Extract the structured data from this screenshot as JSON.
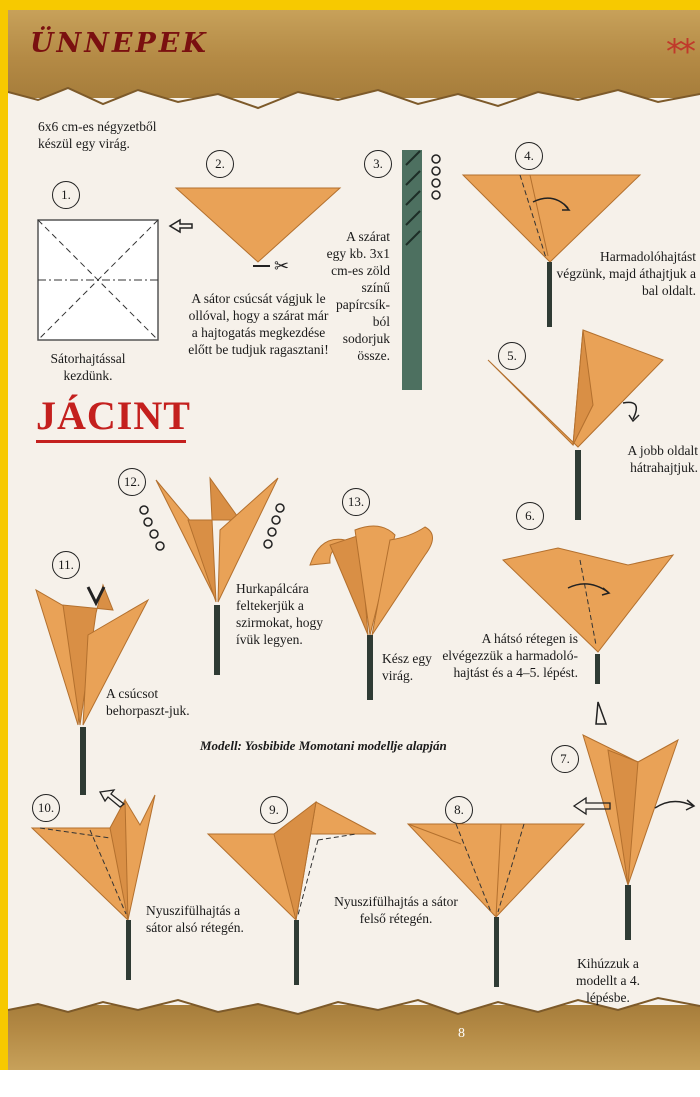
{
  "header": {
    "section_title": "ÜNNEPEK",
    "stars": "**"
  },
  "title": "JÁCINT",
  "intro": "6x6 cm-es négyzetből készül egy virág.",
  "steps": [
    {
      "number": "1.",
      "text": "Sátorhajtással kezdünk."
    },
    {
      "number": "2.",
      "text": "A sátor csúcsát vágjuk le ollóval, hogy a szárat már a hajtogatás megkezdése előtt be tudjuk ragasztani!"
    },
    {
      "number": "3.",
      "text": "A szárat egy kb. 3x1 cm-es zöld színű papírcsík-ból sodorjuk össze."
    },
    {
      "number": "4.",
      "text": "Harmadolóhajtást végzünk, majd áthajtjuk a bal oldalt."
    },
    {
      "number": "5.",
      "text": "A jobb oldalt hátrahajtjuk."
    },
    {
      "number": "6.",
      "text": "A hátsó rétegen is elvégezzük a harmadoló-hajtást és a 4–5. lépést."
    },
    {
      "number": "7.",
      "text": "Kihúzzuk a modellt a 4. lépésbe."
    },
    {
      "number": "8.",
      "text": ""
    },
    {
      "number": "9.",
      "text": "Nyuszifülhajtás a sátor felső rétegén."
    },
    {
      "number": "10.",
      "text": "Nyuszifülhajtás a sátor alsó rétegén."
    },
    {
      "number": "11.",
      "text": "A csúcsot behorpaszt-juk."
    },
    {
      "number": "12.",
      "text": "Hurkapálcára feltekerjük a szirmokat, hogy ívük legyen."
    },
    {
      "number": "13.",
      "text": "Kész egy virág."
    }
  ],
  "credit": "Modell: Yosbibide Momotani modellje alapján",
  "page_number": "8",
  "colors": {
    "paper": "#e9a257",
    "paper_dark": "#c97d35",
    "stem": "#2f3b34",
    "title_red": "#c4201e",
    "frame": "#f7c900"
  }
}
